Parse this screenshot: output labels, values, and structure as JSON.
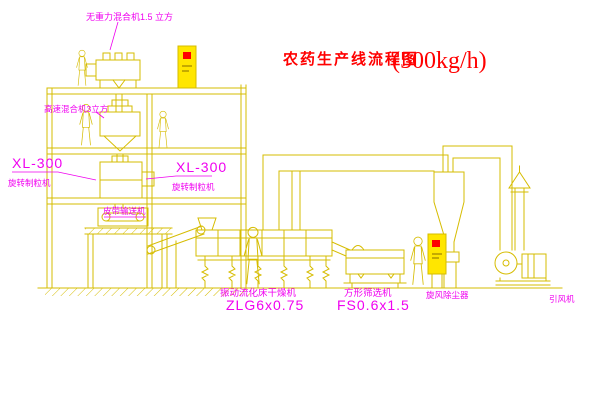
{
  "title": {
    "text": "农药生产线流程图",
    "capacity": "(500kg/h)"
  },
  "labels": {
    "top_mixer": "无重力混合机1.5 立方",
    "high_speed_mixer": "高速混合机3立方",
    "granulator_left_model": "XL-300",
    "granulator_left_name": "旋转制粒机",
    "granulator_right_model": "XL-300",
    "granulator_right_name": "旋转制粒机",
    "belt_conveyor": "皮带输送机",
    "dryer_name": "振动流化床干燥机",
    "dryer_model": "ZLG6x0.75",
    "sieve_name": "方形筛选机",
    "sieve_model": "FS0.6x1.5",
    "cyclone": "旋风除尘器",
    "fan": "引风机"
  },
  "colors": {
    "line": "#d6bc00",
    "label": "#f000f0",
    "title": "#ff0000",
    "panel_fill": "#ffe600",
    "panel_dot": "#ff0000",
    "background": "#ffffff"
  }
}
